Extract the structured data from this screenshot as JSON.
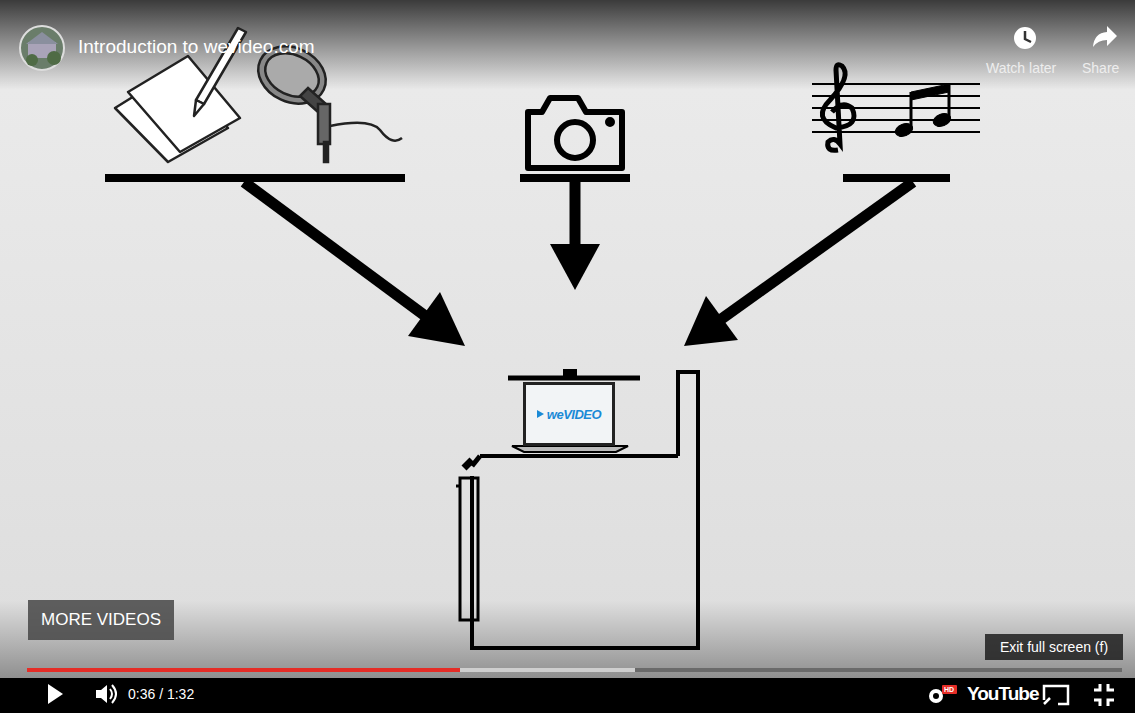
{
  "diagram": {
    "title": "Introduction to wevideo.com",
    "nodes": [
      {
        "text": [
          "weVIDEO"
        ]
      },
      {
        "text": [
          "MORE VIDEOS"
        ]
      },
      {
        "text": [
          "Exit full screen (f)"
        ]
      }
    ],
    "labels": [
      "Watch later",
      "Share",
      "0:36 / 1:32",
      "HD",
      "YouTube"
    ]
  }
}
